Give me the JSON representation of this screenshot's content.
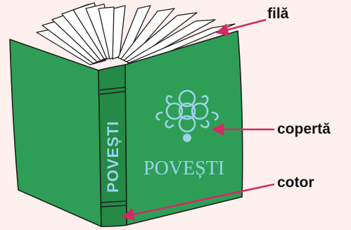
{
  "colors": {
    "background": "#fdf0ed",
    "cover": "#2e9e56",
    "spine": "#248a45",
    "cover_text": "#9bd3ea",
    "pages": "#ffffff",
    "outline": "#1f1f1f",
    "arrow": "#d02c64"
  },
  "book": {
    "spine_title": "POVEȘTI",
    "cover_title": "POVEȘTI"
  },
  "labels": {
    "page": "filă",
    "cover": "copertă",
    "spine": "cotor"
  },
  "icons": [
    "open-book-illustration",
    "floral-ornament-icon",
    "arrow-icon"
  ]
}
